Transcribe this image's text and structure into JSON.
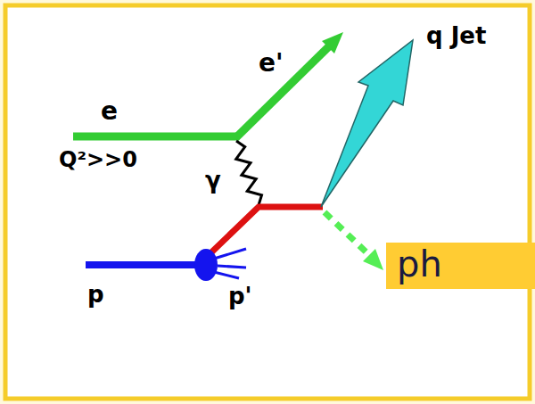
{
  "diagram": {
    "nodes": [
      {
        "text": [
          "ph"
        ]
      }
    ],
    "labels": [
      "e'",
      "q Jet",
      "e",
      "Q²>>0",
      "γ",
      "p",
      "p'"
    ]
  }
}
